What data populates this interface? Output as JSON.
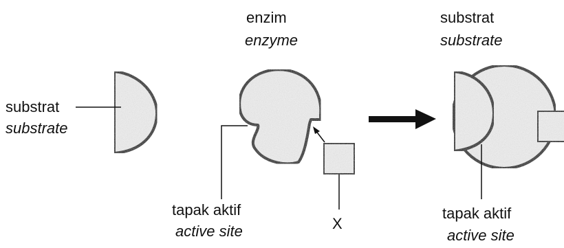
{
  "colors": {
    "ink": "#111111",
    "shape_fill": "#efefef",
    "background": "#ffffff"
  },
  "labels": {
    "substrate_left_ms": "substrat",
    "substrate_left_en": "substrate",
    "enzyme_ms": "enzim",
    "enzyme_en": "enzyme",
    "active_site_left_ms": "tapak aktif",
    "active_site_left_en": "active site",
    "x_label": "X",
    "substrate_right_ms": "substrat",
    "substrate_right_en": "substrate",
    "active_site_right_ms": "tapak aktif",
    "active_site_right_en": "active site"
  },
  "arrow": {
    "icon": "right-arrow-icon"
  }
}
